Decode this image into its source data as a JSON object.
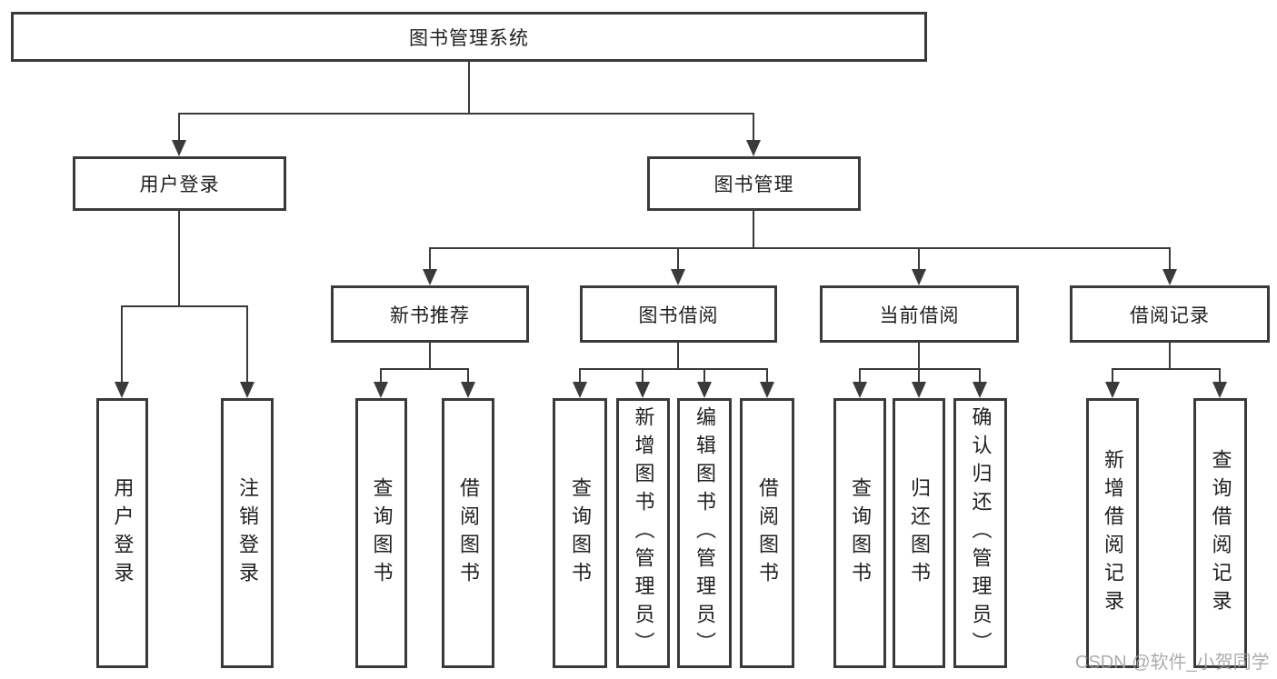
{
  "tree": {
    "root": {
      "label": "图书管理系统",
      "children": [
        {
          "label": "用户登录",
          "children": [
            {
              "label": "用户登录"
            },
            {
              "label": "注销登录"
            }
          ]
        },
        {
          "label": "图书管理",
          "children": [
            {
              "label": "新书推荐",
              "children": [
                {
                  "label": "查询图书"
                },
                {
                  "label": "借阅图书"
                }
              ]
            },
            {
              "label": "图书借阅",
              "children": [
                {
                  "label": "查询图书"
                },
                {
                  "label": "新增图书（管理员）"
                },
                {
                  "label": "编辑图书（管理员）"
                },
                {
                  "label": "借阅图书"
                }
              ]
            },
            {
              "label": "当前借阅",
              "children": [
                {
                  "label": "查询图书"
                },
                {
                  "label": "归还图书"
                },
                {
                  "label": "确认归还（管理员）"
                }
              ]
            },
            {
              "label": "借阅记录",
              "children": [
                {
                  "label": "新增借阅记录"
                },
                {
                  "label": "查询借阅记录"
                }
              ]
            }
          ]
        }
      ]
    }
  },
  "watermark": {
    "text": "CSDN @软件_小贺同学"
  },
  "colors": {
    "line": "#3a3a3a",
    "text": "#1f1f1f",
    "watermark": "#9e9e9e",
    "background": "#ffffff"
  }
}
